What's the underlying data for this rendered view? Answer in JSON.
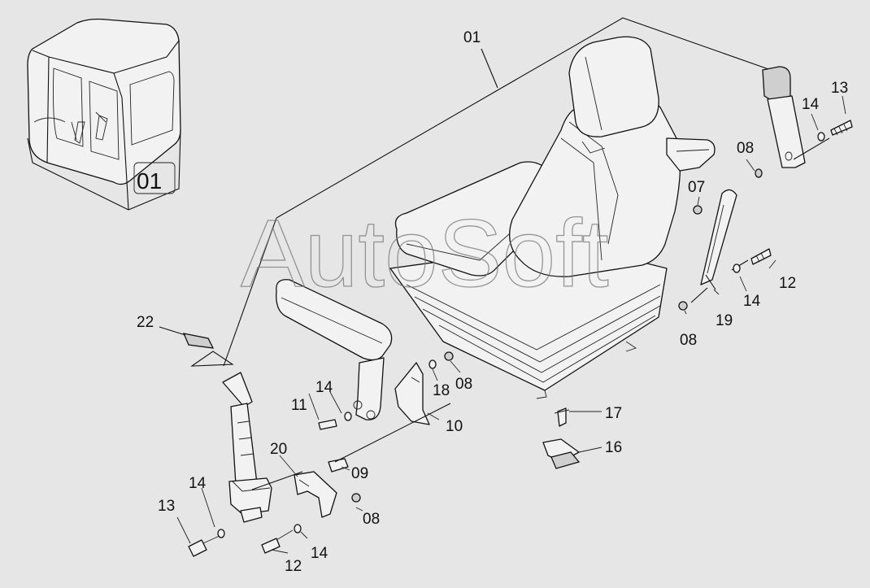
{
  "watermark": "AutoSoft",
  "cab_badge": "01",
  "labels": {
    "l01": "01",
    "l13a": "13",
    "l14a": "14",
    "l08a": "08",
    "l07": "07",
    "l12a": "12",
    "l14b": "14",
    "l19": "19",
    "l08b": "08",
    "l22": "22",
    "l14c": "14",
    "l11": "11",
    "l18": "18",
    "l08c": "08",
    "l10": "10",
    "l17": "17",
    "l16": "16",
    "l20": "20",
    "l09": "09",
    "l14d": "14",
    "l13b": "13",
    "l08d": "08",
    "l12b": "12",
    "l14e": "14"
  }
}
